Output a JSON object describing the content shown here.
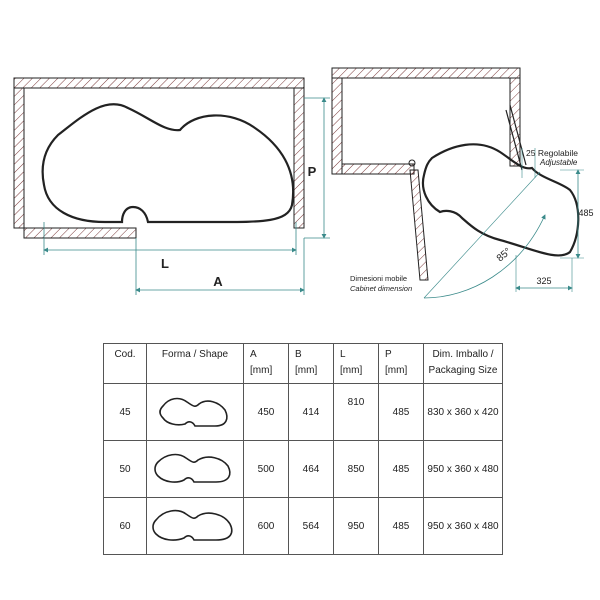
{
  "figure": {
    "labels": {
      "P": "P",
      "L": "L",
      "A": "A",
      "adjustable_it": "25 Regolabile",
      "adjustable_en": "Adjustable",
      "height": "485",
      "depth": "325",
      "angle": "85°",
      "cabinet_it": "Dimesioni mobile",
      "cabinet_en": "Cabinet dimension"
    },
    "colors": {
      "wall_hatch": "#7a3a3a",
      "line": "#222222",
      "dimension": "#3a8a8a"
    }
  },
  "table": {
    "headers": {
      "cod": "Cod.",
      "shape": "Forma / Shape",
      "a": "A",
      "a_unit": "[mm]",
      "b": "B",
      "b_unit": "[mm]",
      "l": "L",
      "l_unit": "[mm]",
      "p": "P",
      "p_unit": "[mm]",
      "pack": "Dim. Imballo /",
      "pack_en": "Packaging Size"
    },
    "rows": [
      {
        "cod": "45",
        "a": "450",
        "b": "414",
        "l": "810",
        "p": "485",
        "pack": "830 x 360 x 420"
      },
      {
        "cod": "50",
        "a": "500",
        "b": "464",
        "l": "850",
        "p": "485",
        "pack": "950 x 360 x 480"
      },
      {
        "cod": "60",
        "a": "600",
        "b": "564",
        "l": "950",
        "p": "485",
        "pack": "950 x 360 x 480"
      }
    ]
  }
}
